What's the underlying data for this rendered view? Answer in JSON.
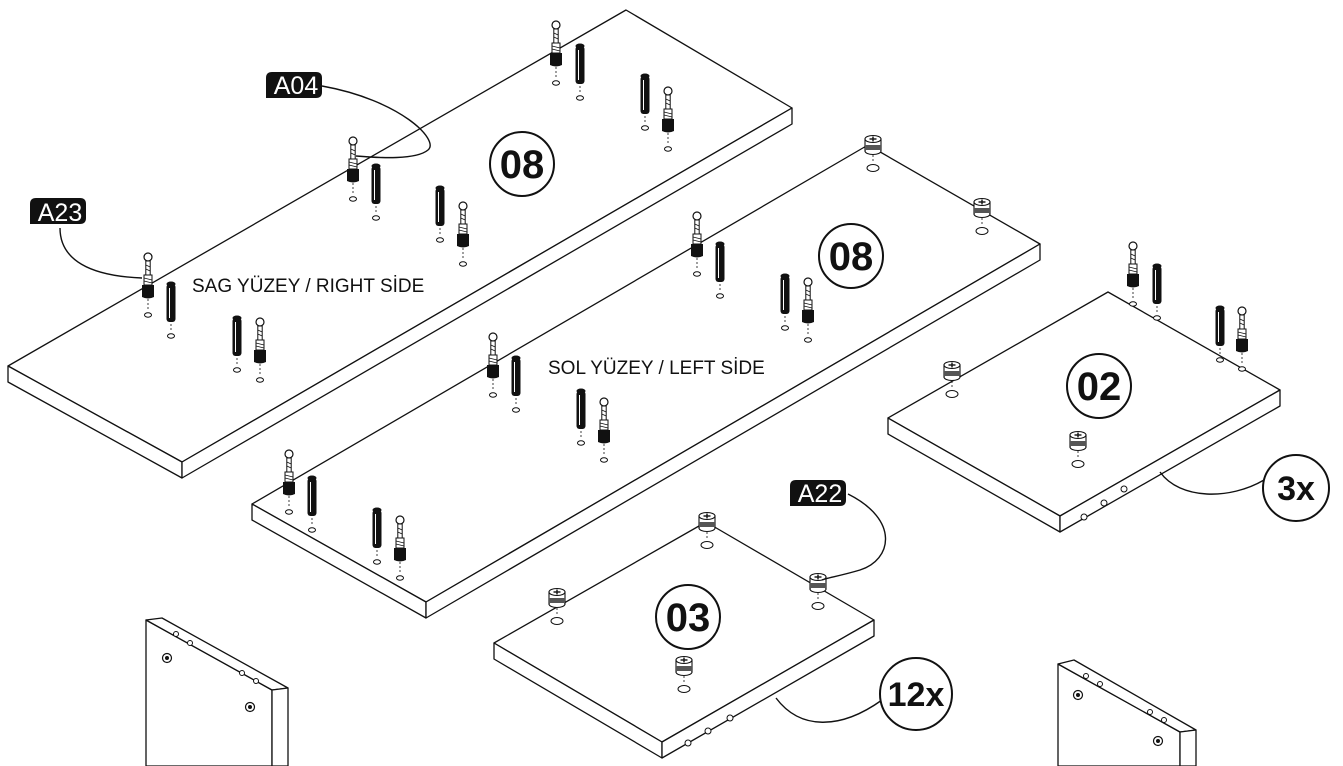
{
  "parts": {
    "right_panel_number": "08",
    "left_panel_number": "08",
    "shelf_a_number": "02",
    "shelf_b_number": "03"
  },
  "labels": {
    "right_side": "SAG YÜZEY / RIGHT SİDE",
    "left_side": "SOL YÜZEY / LEFT SİDE"
  },
  "hardware": {
    "a04": "A04",
    "a23": "A23",
    "a22": "A22"
  },
  "quantities": {
    "shelf_a": "3x",
    "shelf_b": "12x"
  }
}
